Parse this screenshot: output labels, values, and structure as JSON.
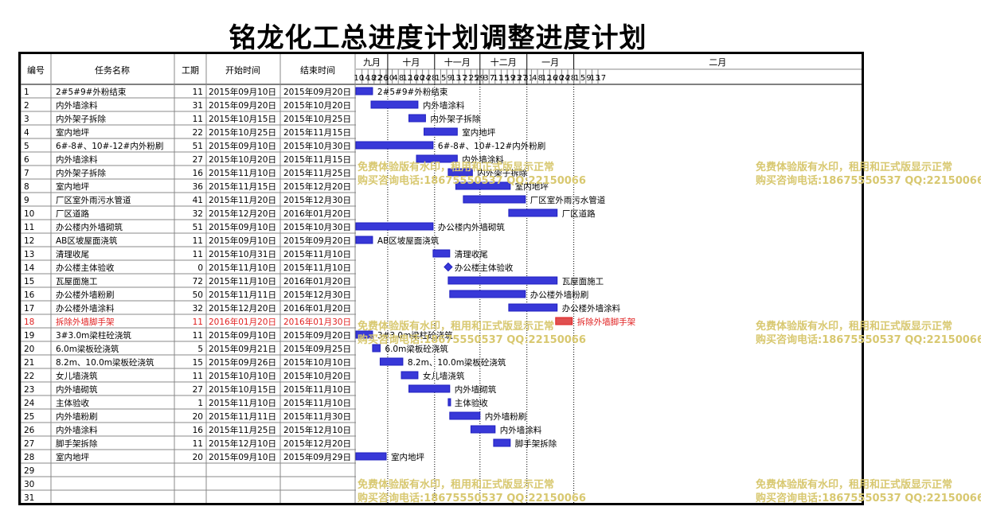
{
  "page": {
    "title": "铭龙化工总进度计划调整进度计划",
    "watermark_line1": "免费体验版有水印，租用和正式版显示正常",
    "watermark_line2": "购买咨询电话:18675550537 QQ:22150066"
  },
  "columns": [
    "编号",
    "任务名称",
    "工期",
    "开始时间",
    "结束时间"
  ],
  "colors": {
    "bar": "#2020c0",
    "bar_fill": "#3838d8",
    "highlight": "#e02020",
    "highlight_fill": "#e05050",
    "watermark": "#d8c870"
  },
  "chart_data": {
    "type": "gantt",
    "months": [
      {
        "label": "九月",
        "days": [
          "10",
          "14",
          "18",
          "22",
          "26",
          "30"
        ]
      },
      {
        "label": "十月",
        "days": [
          "4",
          "8",
          "12",
          "16",
          "20",
          "24",
          "28"
        ]
      },
      {
        "label": "十一月",
        "days": [
          "1",
          "5",
          "9",
          "13",
          "17",
          "21",
          "25",
          "29"
        ]
      },
      {
        "label": "十二月",
        "days": [
          "3",
          "7",
          "11",
          "15",
          "19",
          "23",
          "27",
          "31"
        ]
      },
      {
        "label": "一月",
        "days": [
          "4",
          "8",
          "12",
          "16",
          "20",
          "24",
          "28"
        ]
      },
      {
        "label": "二月",
        "days": [
          "1",
          "5",
          "9",
          "13",
          "17"
        ]
      }
    ],
    "tasks": [
      {
        "id": "1",
        "name": "2#5#9#外粉结束",
        "duration": "11",
        "start": "2015年09月10日",
        "end": "2015年09月20日",
        "start_iso": "2015-09-10",
        "end_iso": "2015-09-20"
      },
      {
        "id": "2",
        "name": "内外墙涂料",
        "duration": "31",
        "start": "2015年09月20日",
        "end": "2015年10月20日",
        "start_iso": "2015-09-20",
        "end_iso": "2015-10-20"
      },
      {
        "id": "3",
        "name": "内外架子拆除",
        "duration": "11",
        "start": "2015年10月15日",
        "end": "2015年10月25日",
        "start_iso": "2015-10-15",
        "end_iso": "2015-10-25"
      },
      {
        "id": "4",
        "name": "室内地坪",
        "duration": "22",
        "start": "2015年10月25日",
        "end": "2015年11月15日",
        "start_iso": "2015-10-25",
        "end_iso": "2015-11-15"
      },
      {
        "id": "5",
        "name": "6#-8#、10#-12#内外粉刷",
        "duration": "51",
        "start": "2015年09月10日",
        "end": "2015年10月30日",
        "start_iso": "2015-09-10",
        "end_iso": "2015-10-30"
      },
      {
        "id": "6",
        "name": "内外墙涂料",
        "duration": "27",
        "start": "2015年10月20日",
        "end": "2015年11月15日",
        "start_iso": "2015-10-20",
        "end_iso": "2015-11-15"
      },
      {
        "id": "7",
        "name": "内外架子拆除",
        "duration": "16",
        "start": "2015年11月10日",
        "end": "2015年11月25日",
        "start_iso": "2015-11-10",
        "end_iso": "2015-11-25"
      },
      {
        "id": "8",
        "name": "室内地坪",
        "duration": "36",
        "start": "2015年11月15日",
        "end": "2015年12月20日",
        "start_iso": "2015-11-15",
        "end_iso": "2015-12-20"
      },
      {
        "id": "9",
        "name": "厂区室外雨污水管道",
        "duration": "41",
        "start": "2015年11月20日",
        "end": "2015年12月30日",
        "start_iso": "2015-11-20",
        "end_iso": "2015-12-30"
      },
      {
        "id": "10",
        "name": "厂区道路",
        "duration": "32",
        "start": "2015年12月20日",
        "end": "2016年01月20日",
        "start_iso": "2015-12-20",
        "end_iso": "2016-01-20"
      },
      {
        "id": "11",
        "name": "办公楼内外墙砌筑",
        "duration": "51",
        "start": "2015年09月10日",
        "end": "2015年10月30日",
        "start_iso": "2015-09-10",
        "end_iso": "2015-10-30"
      },
      {
        "id": "12",
        "name": "AB区坡屋面浇筑",
        "duration": "11",
        "start": "2015年09月10日",
        "end": "2015年09月20日",
        "start_iso": "2015-09-10",
        "end_iso": "2015-09-20"
      },
      {
        "id": "13",
        "name": "清理收尾",
        "duration": "11",
        "start": "2015年10月31日",
        "end": "2015年11月10日",
        "start_iso": "2015-10-31",
        "end_iso": "2015-11-10"
      },
      {
        "id": "14",
        "name": "办公楼主体验收",
        "duration": "0",
        "start": "2015年11月10日",
        "end": "2015年11月10日",
        "start_iso": "2015-11-10",
        "end_iso": "2015-11-10",
        "milestone": true
      },
      {
        "id": "15",
        "name": "瓦屋面施工",
        "duration": "72",
        "start": "2015年11月10日",
        "end": "2016年01月20日",
        "start_iso": "2015-11-10",
        "end_iso": "2016-01-20"
      },
      {
        "id": "16",
        "name": "办公楼外墙粉刷",
        "duration": "50",
        "start": "2015年11月11日",
        "end": "2015年12月30日",
        "start_iso": "2015-11-11",
        "end_iso": "2015-12-30"
      },
      {
        "id": "17",
        "name": "办公楼外墙涂料",
        "duration": "32",
        "start": "2015年12月20日",
        "end": "2016年01月20日",
        "start_iso": "2015-12-20",
        "end_iso": "2016-01-20"
      },
      {
        "id": "18",
        "name": "拆除外墙脚手架",
        "duration": "11",
        "start": "2016年01月20日",
        "end": "2016年01月30日",
        "start_iso": "2016-01-20",
        "end_iso": "2016-01-30",
        "highlight": true
      },
      {
        "id": "19",
        "name": "3#3.0m梁柱砼浇筑",
        "duration": "11",
        "start": "2015年09月10日",
        "end": "2015年09月20日",
        "start_iso": "2015-09-10",
        "end_iso": "2015-09-20"
      },
      {
        "id": "20",
        "name": "6.0m梁板砼浇筑",
        "duration": "5",
        "start": "2015年09月21日",
        "end": "2015年09月25日",
        "start_iso": "2015-09-21",
        "end_iso": "2015-09-25"
      },
      {
        "id": "21",
        "name": "8.2m、10.0m梁板砼浇筑",
        "duration": "15",
        "start": "2015年09月26日",
        "end": "2015年10月10日",
        "start_iso": "2015-09-26",
        "end_iso": "2015-10-10"
      },
      {
        "id": "22",
        "name": "女儿墙浇筑",
        "duration": "11",
        "start": "2015年10月10日",
        "end": "2015年10月20日",
        "start_iso": "2015-10-10",
        "end_iso": "2015-10-20"
      },
      {
        "id": "23",
        "name": "内外墙砌筑",
        "duration": "27",
        "start": "2015年10月15日",
        "end": "2015年11月10日",
        "start_iso": "2015-10-15",
        "end_iso": "2015-11-10"
      },
      {
        "id": "24",
        "name": "主体验收",
        "duration": "1",
        "start": "2015年11月10日",
        "end": "2015年11月10日",
        "start_iso": "2015-11-10",
        "end_iso": "2015-11-10"
      },
      {
        "id": "25",
        "name": "内外墙粉刷",
        "duration": "20",
        "start": "2015年11月11日",
        "end": "2015年11月30日",
        "start_iso": "2015-11-11",
        "end_iso": "2015-11-30"
      },
      {
        "id": "26",
        "name": "内外墙涂料",
        "duration": "16",
        "start": "2015年11月25日",
        "end": "2015年12月10日",
        "start_iso": "2015-11-25",
        "end_iso": "2015-12-10"
      },
      {
        "id": "27",
        "name": "脚手架拆除",
        "duration": "11",
        "start": "2015年12月10日",
        "end": "2015年12月20日",
        "start_iso": "2015-12-10",
        "end_iso": "2015-12-20"
      },
      {
        "id": "28",
        "name": "室内地坪",
        "duration": "20",
        "start": "2015年09月10日",
        "end": "2015年09月29日",
        "start_iso": "2015-09-10",
        "end_iso": "2015-09-29"
      },
      {
        "id": "29"
      },
      {
        "id": "30"
      },
      {
        "id": "31"
      }
    ]
  }
}
